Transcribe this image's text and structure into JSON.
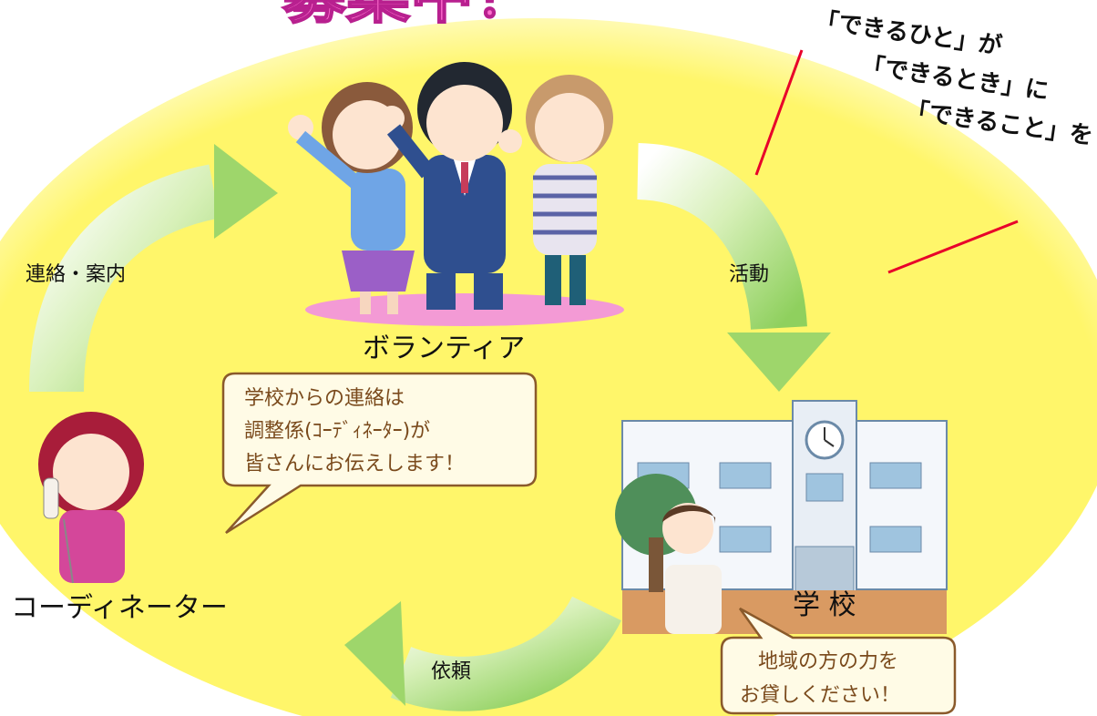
{
  "title_fragment": "募集中！",
  "slogan": {
    "line1": "「できるひと」が",
    "line2": "「できるとき」に",
    "line3": "「できること」を"
  },
  "nodes": {
    "volunteer": "ボランティア",
    "school": "学 校",
    "coordinator": "コーディネーター"
  },
  "arrows": {
    "contact": "連絡・案内",
    "activity": "活動",
    "request": "依頼"
  },
  "bubbles": {
    "coordinator_lines": [
      "学校からの連絡は",
      "調整係(ｺｰﾃﾞｨﾈｰﾀｰ)が",
      "皆さんにお伝えします！"
    ],
    "school_lines": [
      "地域の方の力を",
      "お貸しください！"
    ]
  },
  "colors": {
    "background_glow": "#fff66a",
    "arrow_green": "#9ed66b",
    "title_pink": "#ff6fcf",
    "bubble_border": "#8a5a2b",
    "accent_red": "#e8002a"
  }
}
